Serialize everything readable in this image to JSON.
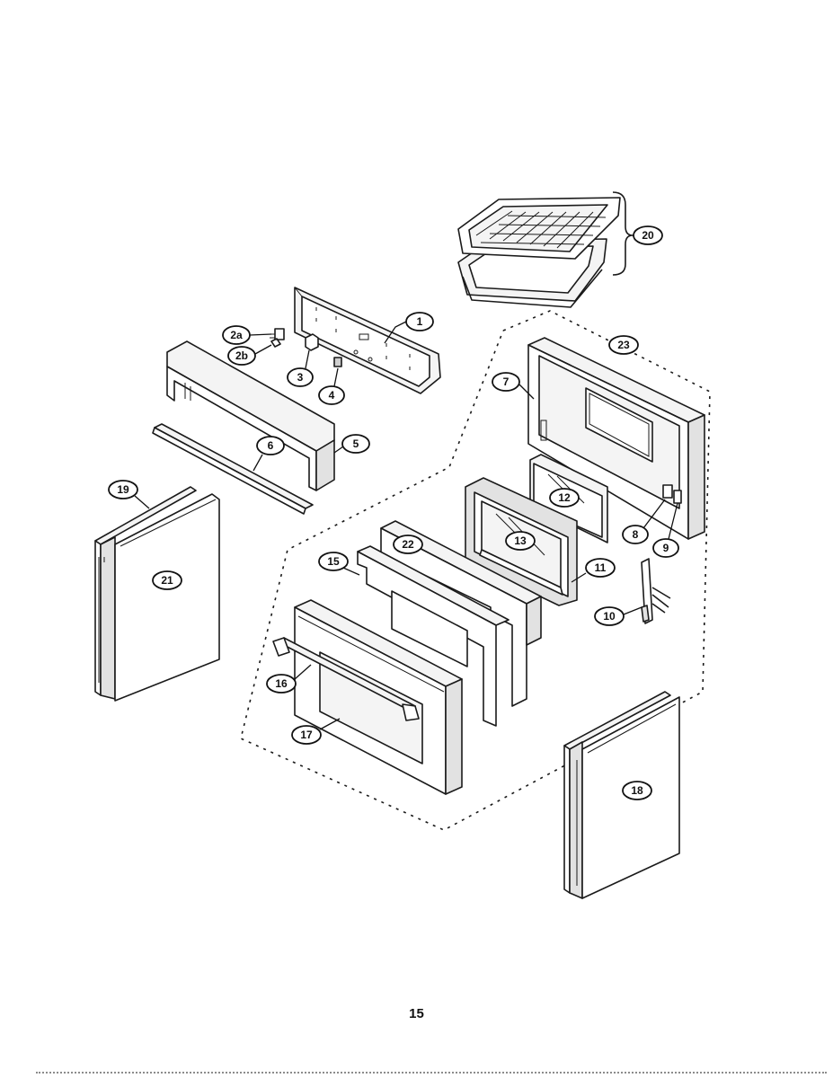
{
  "page_number": "15",
  "callouts": {
    "c1": "1",
    "c2a": "2a",
    "c2b": "2b",
    "c3": "3",
    "c4": "4",
    "c5": "5",
    "c6": "6",
    "c7": "7",
    "c8": "8",
    "c9": "9",
    "c10": "10",
    "c11": "11",
    "c12": "12",
    "c13": "13",
    "c15": "15",
    "c16": "16",
    "c17": "17",
    "c18": "18",
    "c19": "19",
    "c20": "20",
    "c21": "21",
    "c22": "22",
    "c23": "23"
  }
}
